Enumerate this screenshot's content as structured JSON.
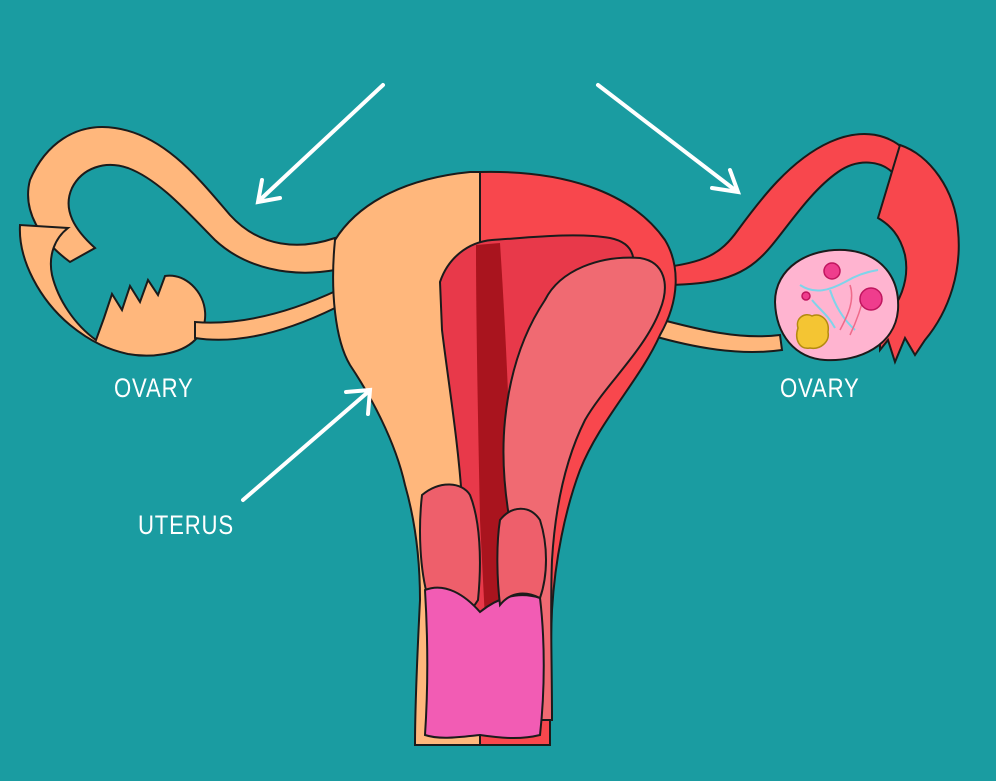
{
  "labels": {
    "ovary_left": "OVARY",
    "ovary_right": "OVARY",
    "uterus": "UTERUS"
  },
  "colors": {
    "background": "#1a9ca1",
    "left_side": "#ffb77c",
    "right_side": "#f8474d",
    "inner_lining": "#f06a72",
    "cervix": "#ee5f6b",
    "vaginal_canal": "#f25cb4",
    "ovary_interior": "#ffb4d0",
    "follicle": "#ef3d8d",
    "corpus": "#f4c533",
    "vessels": "#7fd4ea",
    "arrow": "#ffffff"
  }
}
